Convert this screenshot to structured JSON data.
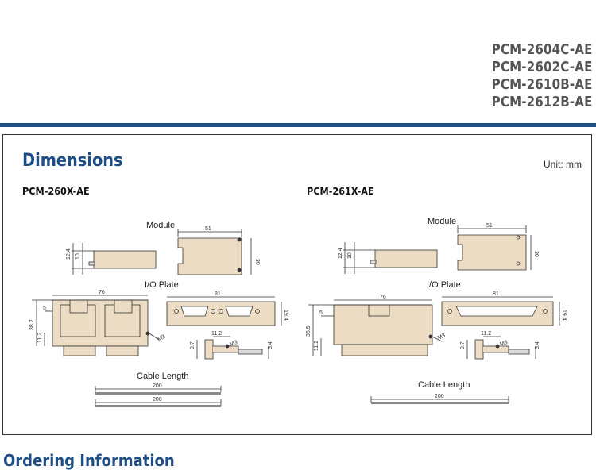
{
  "header": {
    "models": [
      "PCM-2604C-AE",
      "PCM-2602C-AE",
      "PCM-2610B-AE",
      "PCM-2612B-AE"
    ]
  },
  "dimensions": {
    "title": "Dimensions",
    "unit": "Unit: mm",
    "left": {
      "title": "PCM-260X-AE",
      "module_caption": "Module",
      "io_caption": "I/O Plate",
      "cable_caption": "Cable Length",
      "dims": {
        "module_thick": "12.4",
        "module_thin": "10",
        "module_w": "51",
        "module_h": "30",
        "plate_w": "76",
        "plate_off": "5",
        "plate_h": "38.2",
        "plate_low": "11.2",
        "screw": "M3",
        "front_w": "81",
        "front_h": "19.4",
        "bracket_w": "11.2",
        "bracket_h": "9.7",
        "bracket_s": "5.4",
        "cable1": "200",
        "cable2": "200"
      }
    },
    "right": {
      "title": "PCM-261X-AE",
      "module_caption": "Module",
      "io_caption": "I/O Plate",
      "cable_caption": "Cable Length",
      "dims": {
        "module_thick": "12.4",
        "module_thin": "10",
        "module_w": "51",
        "module_h": "30",
        "plate_w": "76",
        "plate_off": "5",
        "plate_h": "36.5",
        "plate_low": "11.2",
        "screw": "M3",
        "front_w": "81",
        "front_h": "19.4",
        "bracket_w": "11.2",
        "bracket_h": "9.7",
        "bracket_s": "5.4",
        "cable1": "200"
      }
    }
  },
  "ordering": {
    "title": "Ordering Information"
  },
  "colors": {
    "accent": "#1f4e86",
    "part_fill": "#ecdcc4",
    "cable": "#8a8a8a"
  }
}
